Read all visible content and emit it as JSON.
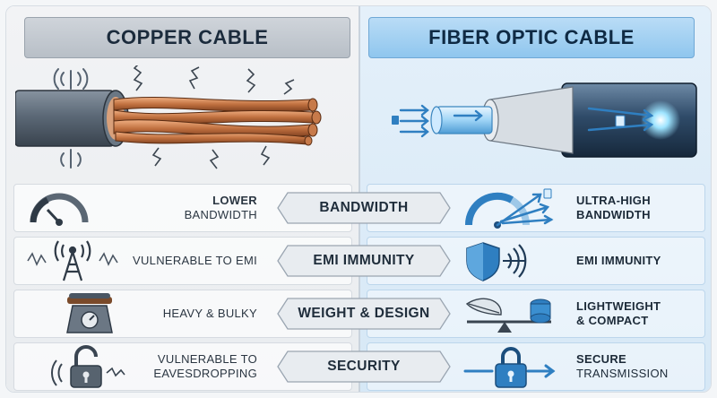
{
  "left": {
    "title": "COPPER CABLE",
    "rows": [
      {
        "line1": "LOWER",
        "line2": "BANDWIDTH",
        "icon": "speedometer-low-icon"
      },
      {
        "line1": "VULNERABLE TO EMI",
        "line2": "",
        "icon": "radio-tower-interference-icon"
      },
      {
        "line1": "HEAVY & BULKY",
        "line2": "",
        "icon": "weighing-scale-icon"
      },
      {
        "line1": "VULNERABLE TO",
        "line2": "EAVESDROPPING",
        "icon": "open-padlock-icon"
      }
    ]
  },
  "right": {
    "title": "FIBER OPTIC CABLE",
    "rows": [
      {
        "line1": "ULTRA-HIGH",
        "line2": "BANDWIDTH",
        "icon": "speedometer-high-icon"
      },
      {
        "line1": "EMI IMMUNITY",
        "line2": "",
        "icon": "shield-icon"
      },
      {
        "line1": "LIGHTWEIGHT",
        "line2": "& COMPACT",
        "icon": "feather-balance-icon"
      },
      {
        "line1": "SECURE",
        "line2": "TRANSMISSION",
        "icon": "locked-padlock-icon"
      }
    ]
  },
  "categories": [
    "BANDWIDTH",
    "EMI IMMUNITY",
    "WEIGHT & DESIGN",
    "SECURITY"
  ],
  "colors": {
    "copper": "#b8673a",
    "fiber_blue": "#2f7fc1",
    "cable_dark": "#4f5d6b",
    "accent_light": "#8fc6ee"
  }
}
